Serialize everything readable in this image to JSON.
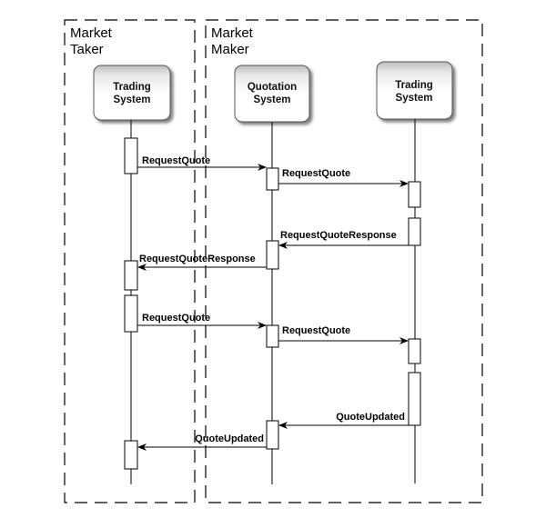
{
  "diagram": {
    "type": "sequence",
    "frames": [
      {
        "id": "taker",
        "label_lines": [
          "Market",
          "Taker"
        ]
      },
      {
        "id": "maker",
        "label_lines": [
          "Market",
          "Maker"
        ]
      }
    ],
    "actors": [
      {
        "id": "taker_trading",
        "frame": "taker",
        "label_lines": [
          "Trading",
          "System"
        ]
      },
      {
        "id": "maker_quotation",
        "frame": "maker",
        "label_lines": [
          "Quotation",
          "System"
        ]
      },
      {
        "id": "maker_trading",
        "frame": "maker",
        "label_lines": [
          "Trading",
          "System"
        ]
      }
    ],
    "messages": [
      {
        "label": "RequestQuote",
        "from": "taker_trading",
        "to": "maker_quotation"
      },
      {
        "label": "RequestQuote",
        "from": "maker_quotation",
        "to": "maker_trading"
      },
      {
        "label": "RequestQuoteResponse",
        "from": "maker_trading",
        "to": "maker_quotation"
      },
      {
        "label": "RequestQuoteResponse",
        "from": "maker_quotation",
        "to": "taker_trading"
      },
      {
        "label": "RequestQuote",
        "from": "taker_trading",
        "to": "maker_quotation"
      },
      {
        "label": "RequestQuote",
        "from": "maker_quotation",
        "to": "maker_trading"
      },
      {
        "label": "QuoteUpdated",
        "from": "maker_trading",
        "to": "maker_quotation"
      },
      {
        "label": "QuoteUpdated",
        "from": "maker_quotation",
        "to": "taker_trading"
      }
    ],
    "colors": {
      "line": "#000000",
      "actor_top": "#c8c8c8",
      "actor_bottom": "#ffffff",
      "shadow": "#9a9a9a"
    }
  }
}
